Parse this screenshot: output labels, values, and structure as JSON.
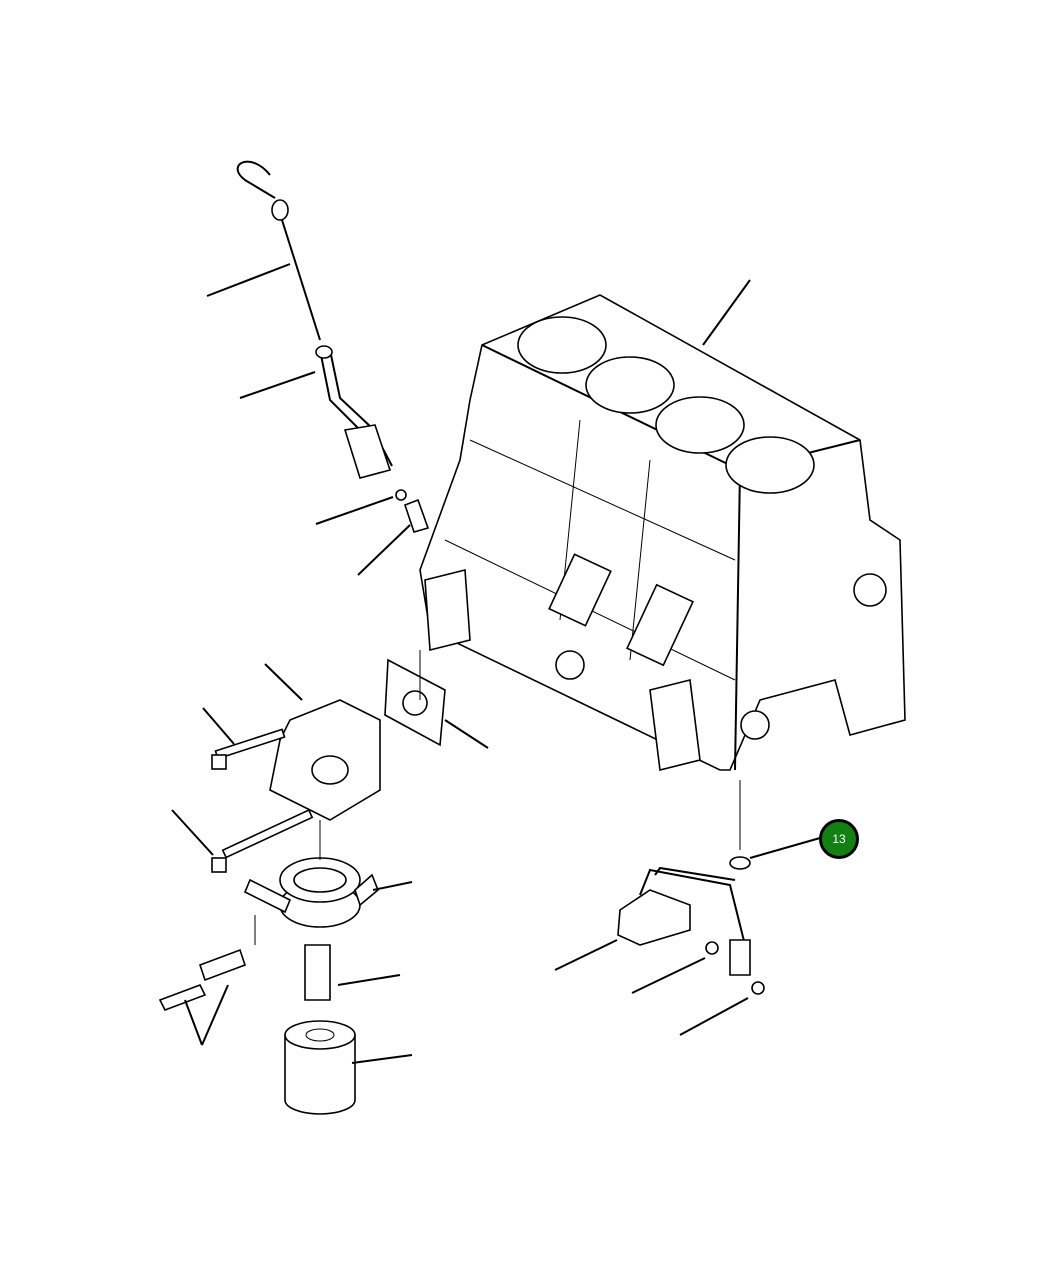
{
  "callouts": [
    {
      "label": "13",
      "color": "#128012",
      "border_color": "#000000"
    }
  ],
  "diagram": {
    "type": "exploded parts diagram",
    "parts_shown": [
      "dipstick",
      "dipstick-guide-tube",
      "o-ring",
      "fitting",
      "cylinder-block",
      "gasket",
      "oil-filter-housing",
      "bolt",
      "oil-cooler",
      "oil-filter",
      "oil-strainer",
      "strainer-bolt",
      "strainer-o-ring"
    ]
  }
}
